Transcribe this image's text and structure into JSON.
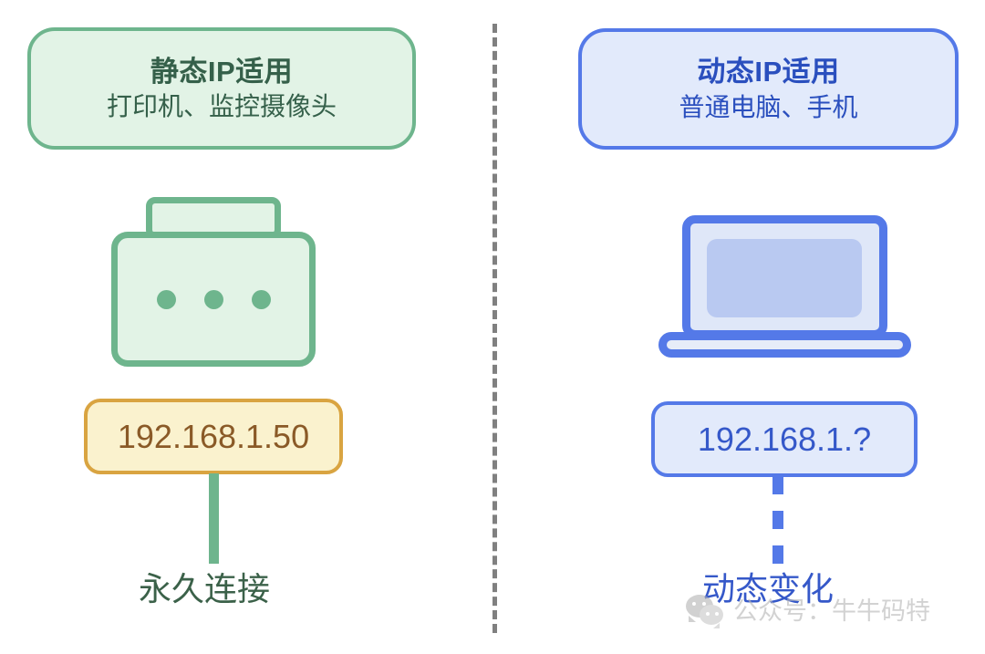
{
  "diagram": {
    "divider": {
      "style": "dashed",
      "color": "#808080"
    },
    "columns": [
      {
        "side": "left",
        "accent_color": "#6eb58d",
        "card": {
          "title": "静态IP适用",
          "subtitle": "打印机、监控摄像头",
          "fill_color": "#e2f3e6",
          "border_color": "#6eb58d",
          "text_color": "#35604a"
        },
        "device": {
          "icon": "printer-icon",
          "fill_color": "#e2f3e6",
          "stroke_color": "#6eb58d",
          "dots": 3
        },
        "ip_badge": {
          "value": "192.168.1.50",
          "fill_color": "#faf2ce",
          "border_color": "#d9a441",
          "text_color": "#8a5a27"
        },
        "connector": {
          "style": "solid",
          "color": "#6eb58d"
        },
        "footer_label": "永久连接",
        "footer_color": "#3b6149"
      },
      {
        "side": "right",
        "accent_color": "#5479e8",
        "card": {
          "title": "动态IP适用",
          "subtitle": "普通电脑、手机",
          "fill_color": "#e2eafb",
          "border_color": "#5479e8",
          "text_color": "#2a4fbe"
        },
        "device": {
          "icon": "laptop-icon",
          "fill_color": "#dfe7f8",
          "stroke_color": "#5479e8",
          "screen_color": "#b9c9f1"
        },
        "ip_badge": {
          "value": "192.168.1.?",
          "fill_color": "#e2eafb",
          "border_color": "#5479e8",
          "text_color": "#3558c9"
        },
        "connector": {
          "style": "dashed",
          "color": "#5479e8",
          "segments": 3
        },
        "footer_label": "动态变化",
        "footer_color": "#3558c9"
      }
    ]
  },
  "watermark": {
    "logo": "wechat-icon",
    "text": "公众号：牛牛码特",
    "color": "#b8b8b8"
  }
}
